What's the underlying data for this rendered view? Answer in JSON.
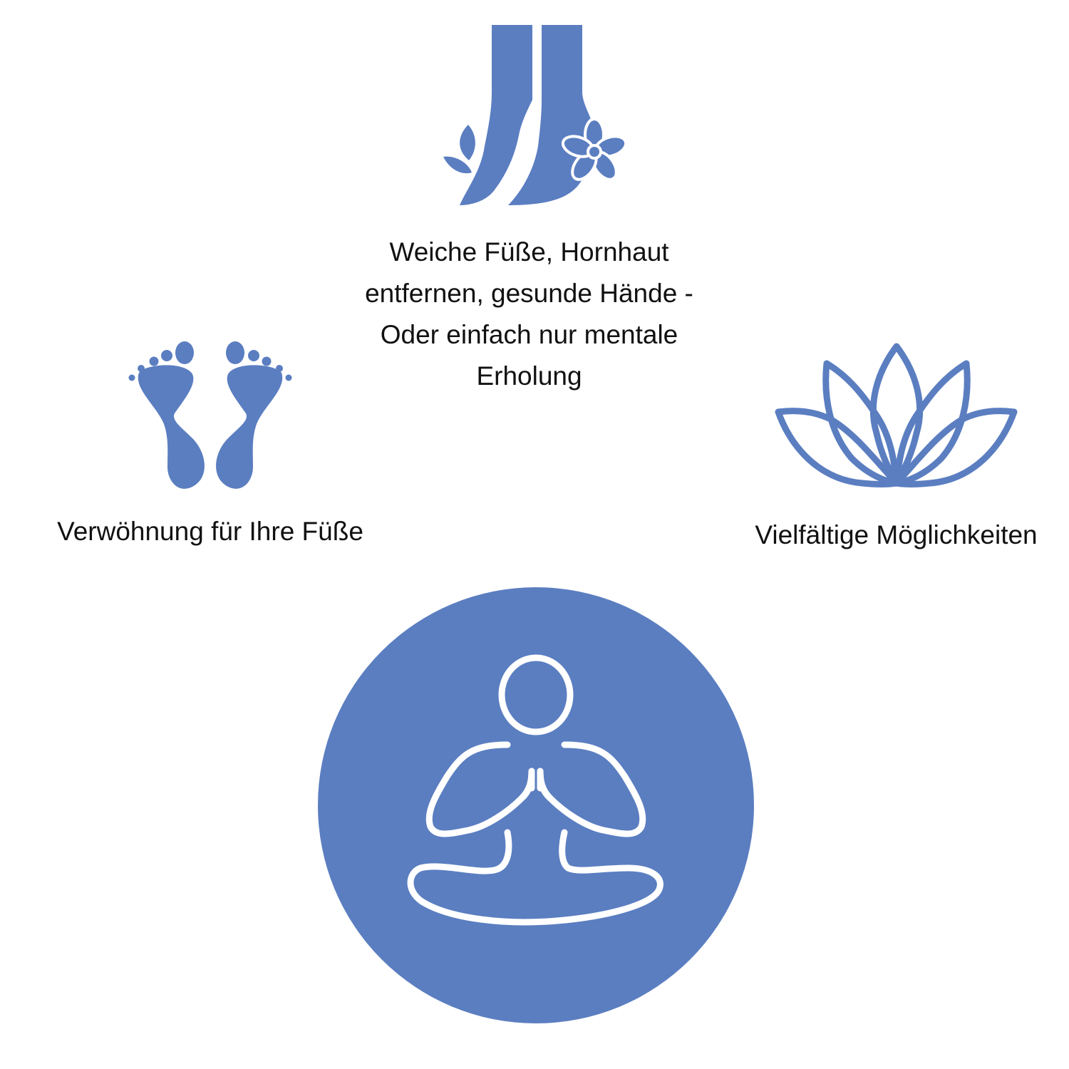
{
  "accent_color": "#5b7ec1",
  "features": {
    "top": {
      "icon": "feet-with-flower-icon",
      "text": "Weiche Füße, Hornhaut entfernen, gesunde Hände - Oder einfach nur mentale Erholung"
    },
    "left": {
      "icon": "footprints-icon",
      "text": "Verwöhnung für Ihre Füße"
    },
    "right": {
      "icon": "lotus-icon",
      "text": "Vielfältige Möglichkeiten"
    },
    "center": {
      "icon": "meditation-icon"
    }
  }
}
